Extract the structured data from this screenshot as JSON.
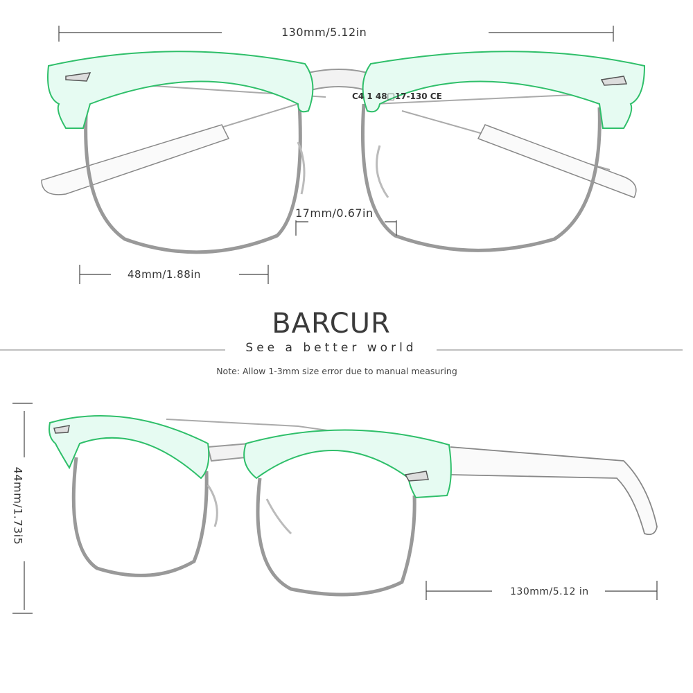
{
  "brand": {
    "name": "BARCUR",
    "slogan": "See a better world",
    "note": "Note: Allow 1-3mm size error due to manual measuring"
  },
  "top_view": {
    "frame_width": "130mm/5.12in",
    "bridge_width": "17mm/0.67in",
    "lens_width": "48mm/1.88in",
    "temple_marking": "C4  1  48□17-130 CE"
  },
  "side_view": {
    "lens_height": "44mm/1.73i5",
    "temple_length": "130mm/5.12 in"
  },
  "colors": {
    "frame_accent": "#7fe0b8",
    "frame_outline": "#2fbf6a",
    "metal": "#9a9a9a",
    "text": "#333333"
  }
}
